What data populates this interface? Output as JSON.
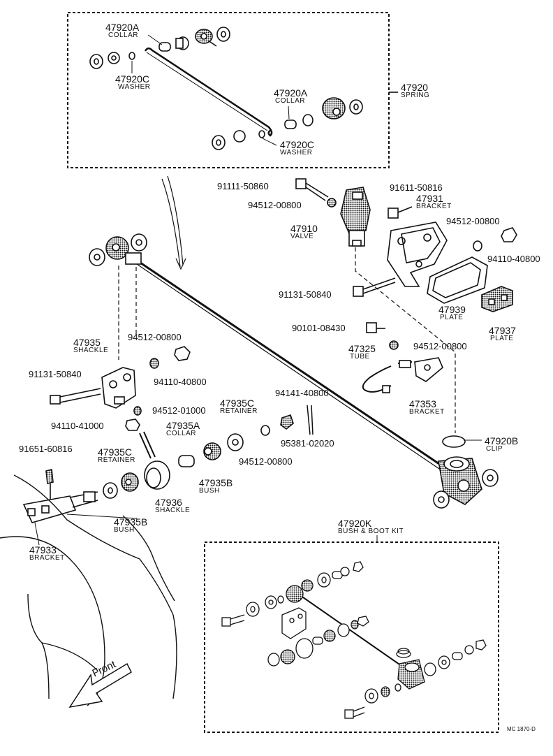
{
  "labels": {
    "p47920A_top": {
      "number": "47920A",
      "name": "COLLAR"
    },
    "p47920C_top": {
      "number": "47920C",
      "name": "WASHER"
    },
    "p47920A_mid": {
      "number": "47920A",
      "name": "COLLAR"
    },
    "p47920C_mid": {
      "number": "47920C",
      "name": "WASHER"
    },
    "p47920": {
      "number": "47920",
      "name": "SPRING"
    },
    "p91111": {
      "number": "91111-50860"
    },
    "p94512_a": {
      "number": "94512-00800"
    },
    "p47910": {
      "number": "47910",
      "name": "VALVE"
    },
    "p91611": {
      "number": "91611-50816"
    },
    "p47931": {
      "number": "47931",
      "name": "BRACKET"
    },
    "p94512_b": {
      "number": "94512-00800"
    },
    "p94110_a": {
      "number": "94110-40800"
    },
    "p91131_a": {
      "number": "91131-50840"
    },
    "p47939": {
      "number": "47939",
      "name": "PLATE"
    },
    "p47937": {
      "number": "47937",
      "name": "PLATE"
    },
    "p90101": {
      "number": "90101-08430"
    },
    "p47325": {
      "number": "47325",
      "name": "TUBE"
    },
    "p94512_c": {
      "number": "94512-00800"
    },
    "p47353": {
      "number": "47353",
      "name": "BRACKET"
    },
    "p47935": {
      "number": "47935",
      "name": "SHACKLE"
    },
    "p94512_d": {
      "number": "94512-00800"
    },
    "p94110_b": {
      "number": "94110-40800"
    },
    "p91131_b": {
      "number": "91131-50840"
    },
    "p94512_e": {
      "number": "94512-01000"
    },
    "p94110_c": {
      "number": "94110-41000"
    },
    "p47935C_a": {
      "number": "47935C",
      "name": "RETAINER"
    },
    "p94141": {
      "number": "94141-40800"
    },
    "p47935A": {
      "number": "47935A",
      "name": "COLLAR"
    },
    "p95381": {
      "number": "95381-02020"
    },
    "p94512_f": {
      "number": "94512-00800"
    },
    "p91651": {
      "number": "91651-60816"
    },
    "p47935C_b": {
      "number": "47935C",
      "name": "RETAINER"
    },
    "p47935B_a": {
      "number": "47935B",
      "name": "BUSH"
    },
    "p47936": {
      "number": "47936",
      "name": "SHACKLE"
    },
    "p47935B_b": {
      "number": "47935B",
      "name": "BUSH"
    },
    "p47920B": {
      "number": "47920B",
      "name": "CLIP"
    },
    "p47933": {
      "number": "47933",
      "name": "BRACKET"
    },
    "p47920K": {
      "number": "47920K",
      "name": "BUSH & BOOT KIT"
    }
  },
  "front_label": "Front",
  "drawing_code": "MC 1870-D"
}
